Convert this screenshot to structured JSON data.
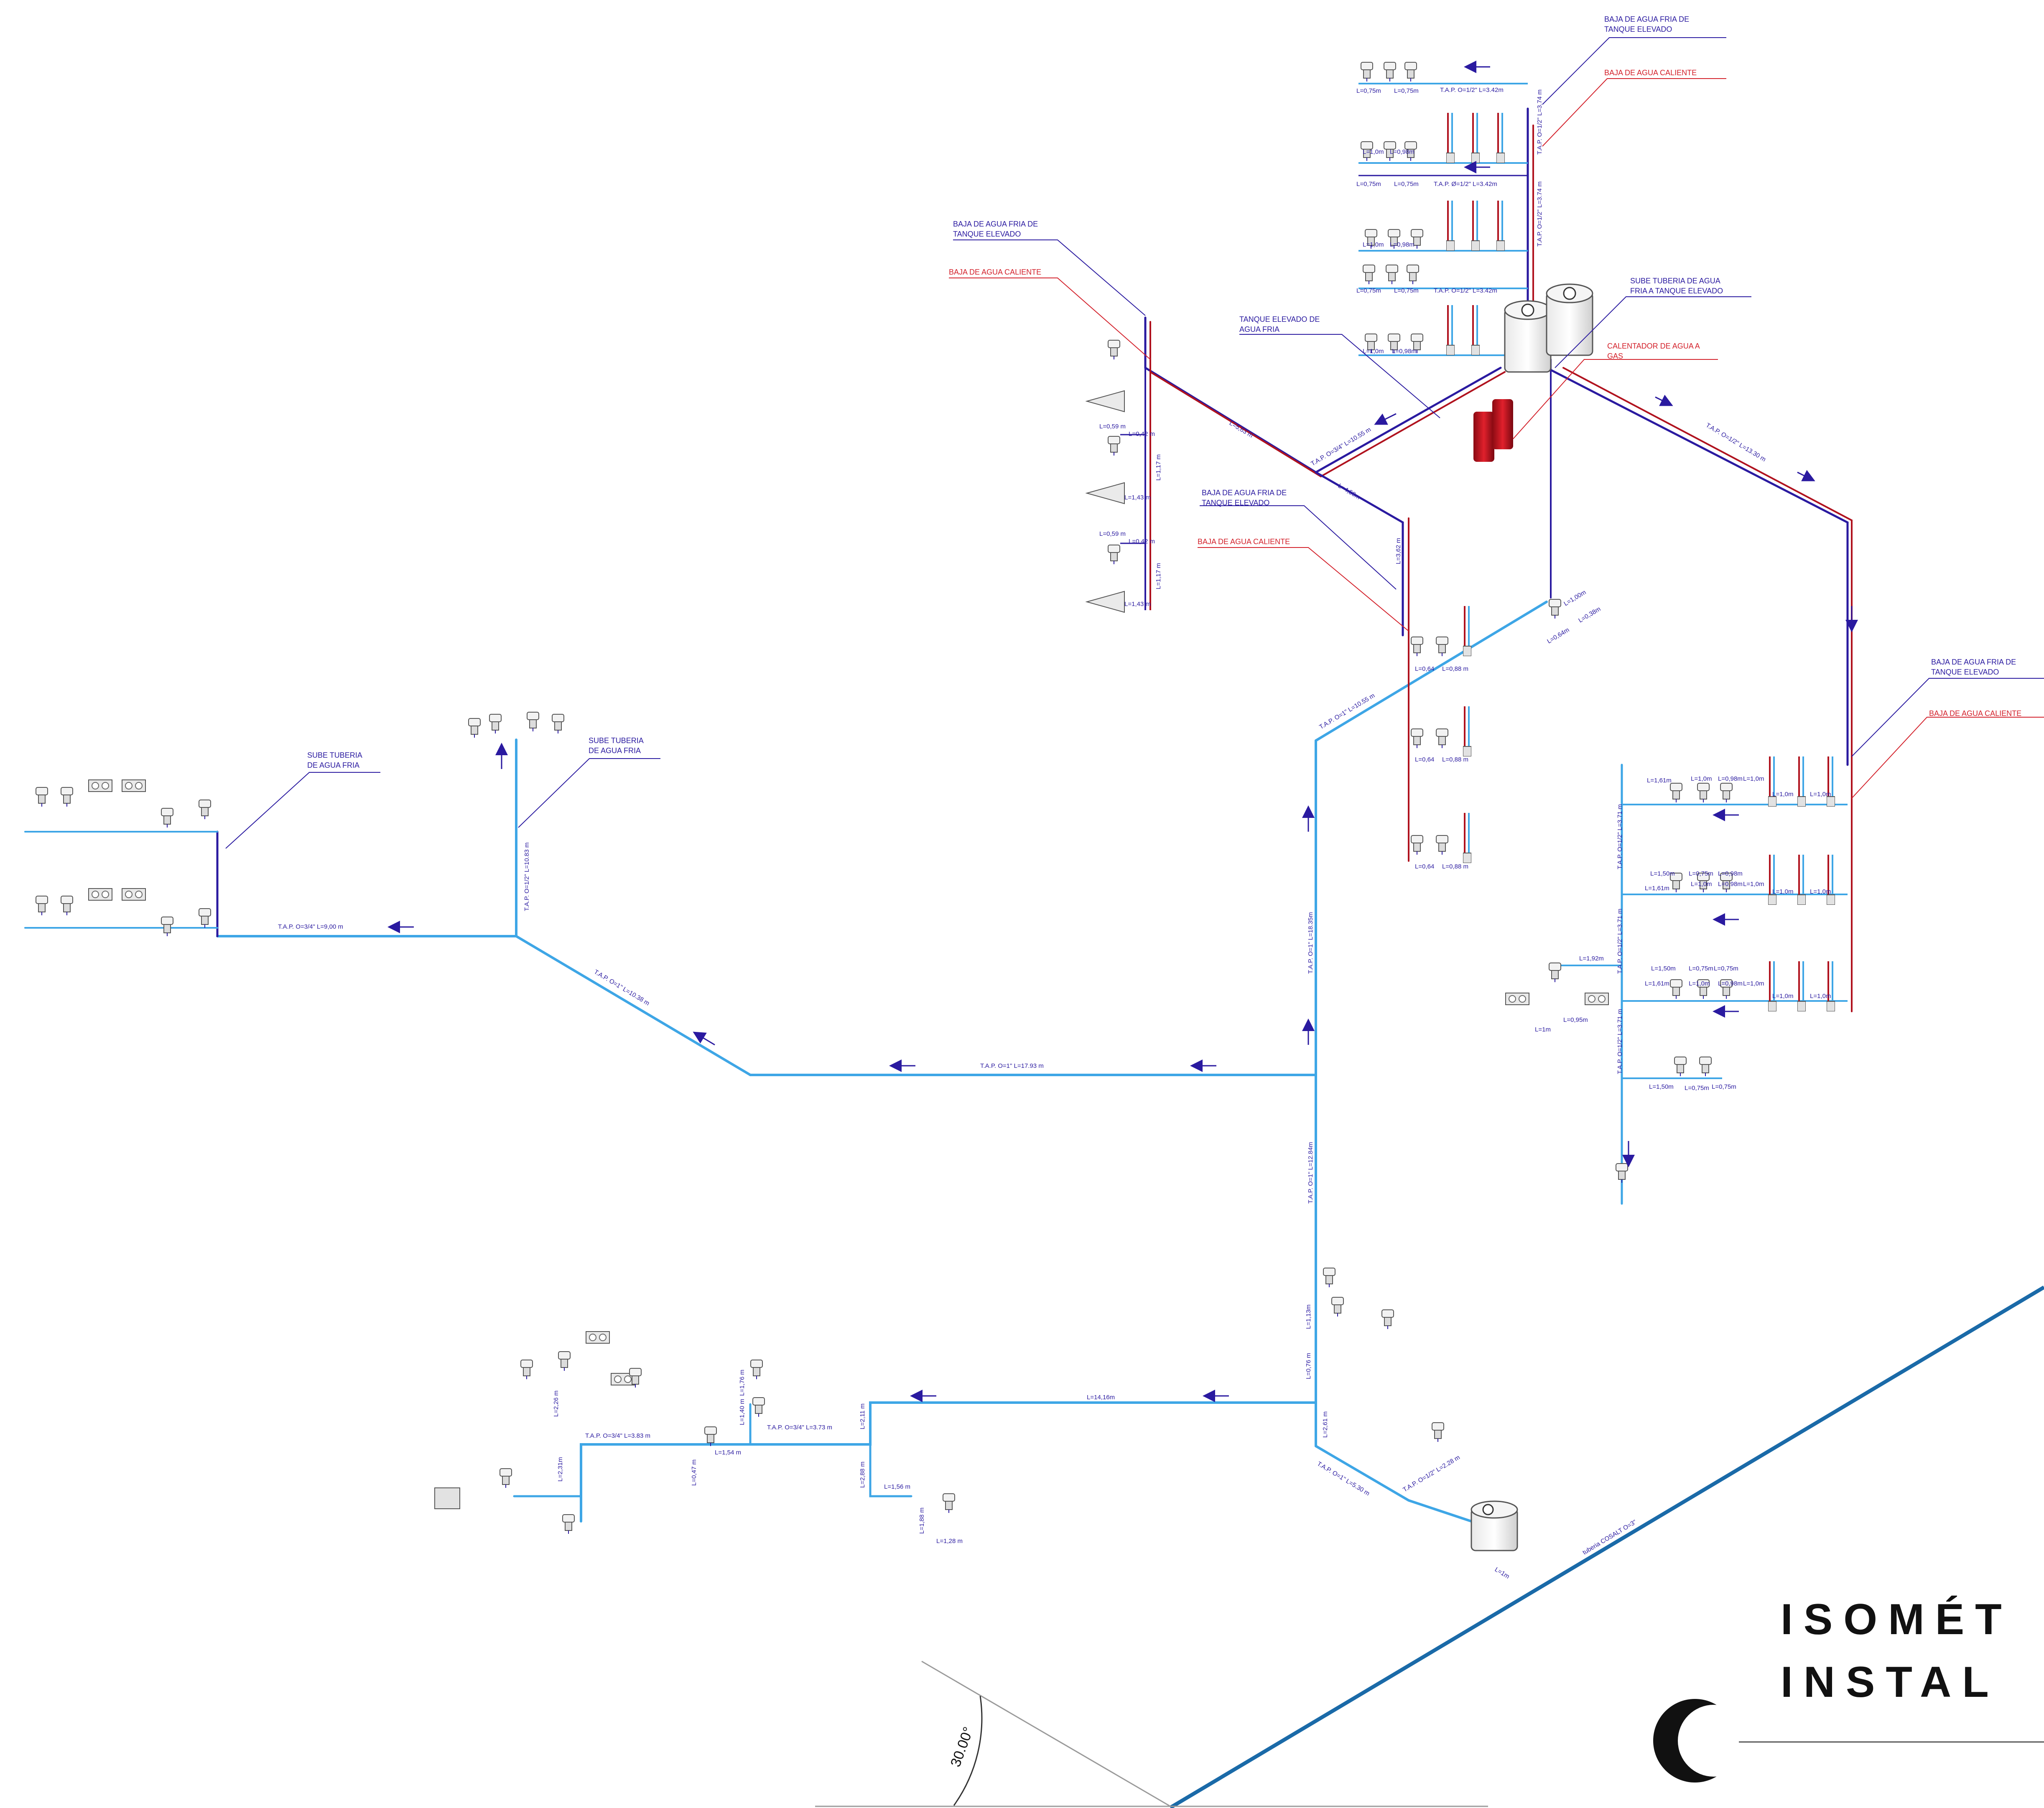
{
  "title": {
    "line1": "ISOMÉT",
    "line2": "INSTAL"
  },
  "angle_label": "30.00°",
  "colors": {
    "cold_water": "#3ea6e6",
    "pipe_dark": "#2a1aa0",
    "hot_water": "#b0121e",
    "callout_blue": "#2a1aa0",
    "callout_red": "#d3202a",
    "sewer_line": "#1a6aa8",
    "heater": "#c8101c"
  },
  "callouts": {
    "top_right_cold": "BAJA DE AGUA FRIA  DE\nTANQUE ELEVADO",
    "top_right_hot": "BAJA DE AGUA CALIENTE",
    "left_tower_cold": "BAJA DE AGUA FRIA  DE\nTANQUE ELEVADO",
    "left_tower_hot": "BAJA DE AGUA CALIENTE",
    "tank": "TANQUE ELEVADO DE\nAGUA FRIA",
    "rise_to_tank": "SUBE TUBERIA DE AGUA\nFRIA A TANQUE ELEVADO",
    "heater": "CALENTADOR DE AGUA A\nGAS",
    "mid_cold": "BAJA DE AGUA FRIA  DE\nTANQUE ELEVADO",
    "mid_hot": "BAJA DE AGUA CALIENTE",
    "right_cold": "BAJA DE AGUA FRIA  DE\nTANQUE ELEVADO",
    "right_hot": "BAJA DE AGUA CALIENTE",
    "left_rise": "SUBE TUBERIA\nDE AGUA FRIA",
    "center_rise": "SUBE TUBERIA\nDE AGUA FRIA"
  },
  "pipe_labels": {
    "main_1": "T.A.P. O=1\" L=17.93 m",
    "diag_1": "T.A.P. O=1\" L=10.38 m",
    "left_3_4": "T.A.P. O=3/4\" L=9,00 m",
    "rise_1_2": "T.A.P. O=1/2\" L=10.83 m",
    "vert_1835": "T.A.P. O=1\" L=18.35m",
    "vert_1284": "T.A.P. O=1\" L=12.84m",
    "diag_1055": "T.A.P. O=1\" L=10.55 m",
    "roof_3_4": "T.A.P. O=3/4\" L=10.55 m",
    "roof_right": "T.A.P. O=1/2\" L=13.30 m",
    "bottom_1416": "L=14,16m",
    "bottom_373": "T.A.P. O=3/4\" L=3.73 m",
    "bottom_383": "T.A.P. O=3/4\" L=3.83 m",
    "bottom_diag": "T.A.P. O=1\" L=5.30 m",
    "cisterna": "T.A.P. O=1/2\" L=2.28 m",
    "sewer": "tuberia COSALT O=3\"",
    "top_floor_1": "T.A.P. O=1/2\" L=3.42m",
    "top_floor_2": "T.A.P. Ø=1/2\" L=3.42m",
    "top_floor_3": "T.A.P. O=1/2\" L=3.42m",
    "riser_top_1": "T.A.P. O=1/2\" L=3.74 m",
    "riser_top_2": "T.A.P. O=1/2\" L=3.74 m",
    "right_riser_1": "T.A.P. O=1/2\" L=3.71 m",
    "right_riser_2": "T.A.P. O=1/2\" L=3.71 m",
    "right_riser_3": "T.A.P. O=1/2\" L=3.71 m"
  },
  "dims": {
    "top_a": "L=0,75m",
    "top_b": "L=0,75m",
    "top_c": "L=1,0m",
    "top_d": "L=0,98m",
    "tank_dist": "L=1,0m",
    "tank_dist2": "L=0,98m",
    "left_tower_1": "L=0,59 m",
    "left_tower_2": "L=0,42 m",
    "left_tower_3": "L=1,17 m",
    "left_tower_4": "L=1,43 m",
    "left_tower_5": "L=0,59 m",
    "left_tower_6": "L=0,42 m",
    "left_tower_7": "L=1,17 m",
    "left_tower_8": "L=1,43 m",
    "mid_a": "L=0,64",
    "mid_b": "L=0,88 m",
    "mid_c": "L=0,64",
    "mid_d": "L=0,88 m",
    "mid_e": "L=0,64",
    "mid_f": "L=0,88 m",
    "mid_g": "L=3,62 m",
    "mid_h": "L=4,50m",
    "mid_i": "L=5,63 m",
    "bath_a": "L=1,00m",
    "bath_b": "L=0,64m",
    "bath_c": "L=0,38m",
    "r1": "L=1,61m",
    "r2": "L=1,0m",
    "r3": "L=0,98m",
    "r4": "L=1,0m",
    "r5": "L=1,50m",
    "r6": "L=0,75m",
    "r7": "L=0,98m",
    "r8": "L=1,92m",
    "r9": "L=0,95m",
    "r10": "L=1m",
    "b1": "L=1,54 m",
    "b2": "L=0,47 m",
    "b3": "L=1,40 m",
    "b4": "L=1,76 m",
    "b5": "L=2,11 m",
    "b6": "L=2,88 m",
    "b7": "L=1,56 m",
    "b8": "L=1,88 m",
    "b9": "L=1,28 m",
    "b10": "L=1,13m",
    "b11": "L=0,76 m",
    "b12": "L=2,61 m",
    "b13": "L=1m",
    "b14": "L=2,26 m",
    "b15": "L=2,31m"
  }
}
